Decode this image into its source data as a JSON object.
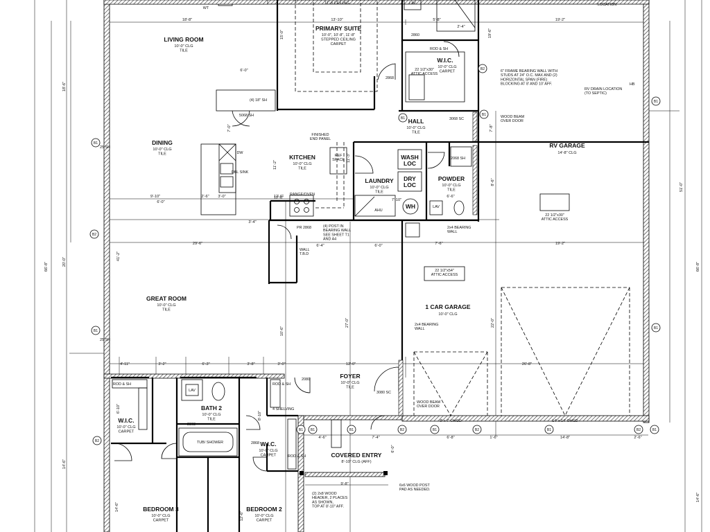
{
  "rooms": {
    "living_room": {
      "name": "LIVING ROOM",
      "sub": "10'-0\" CLG\nTILE"
    },
    "primary_suite": {
      "name": "PRIMARY SUITE",
      "sub": "10'-0\", 10'-8\", 11'-8\"\nSTEPPED CEILING\nCARPET"
    },
    "ceiling_note": "11'-8 CEILING",
    "wic_primary": {
      "name": "W.I.C.",
      "sub": "10'-0\" CLG\nCARPET"
    },
    "dining": {
      "name": "DINING",
      "sub": "10'-0\" CLG\nTILE"
    },
    "kitchen": {
      "name": "KITCHEN",
      "sub": "10'-0\" CLG\nTILE"
    },
    "hall": {
      "name": "HALL",
      "sub": "10'-0\" CLG\nTILE"
    },
    "laundry": {
      "name": "LAUNDRY",
      "sub": "10'-0\" CLG\nTILE"
    },
    "powder": {
      "name": "POWDER",
      "sub": "10'-0\" CLG\nTILE"
    },
    "rv_garage": {
      "name": "RV GARAGE",
      "sub": "14'-8\" CLG"
    },
    "great_room": {
      "name": "GREAT ROOM",
      "sub": "10'-0\" CLG\nTILE"
    },
    "car_garage": {
      "name": "1 CAR GARAGE",
      "sub": "10'-0\" CLG"
    },
    "foyer": {
      "name": "FOYER",
      "sub": "10'-0\" CLG\nTILE"
    },
    "bath2": {
      "name": "BATH 2",
      "sub": "10'-0\" CLG\nTILE"
    },
    "wic_bed3": {
      "name": "W.I.C.",
      "sub": "10'-0\" CLG\nCARPET"
    },
    "wic_bed2": {
      "name": "W.I.C.",
      "sub": "10'-0\" CLG\nCARPET"
    },
    "covered_entry": {
      "name": "COVERED ENTRY",
      "sub": "8'-10\" CLG (AFF)"
    },
    "bedroom3": {
      "name": "BEDROOM 3",
      "sub": "10'-0\" CLG\nCARPET"
    },
    "bedroom2": {
      "name": "BEDROOM 2",
      "sub": "10'-0\" CLG\nCARPET"
    }
  },
  "fixtures": {
    "wash": "WASH",
    "dry": "DRY",
    "loc": "LOC",
    "wh": "WH",
    "ahu": "AHU",
    "ref_space": "REF\nSPACE",
    "range_oven": "RANGE/OVEN",
    "dw": "DW",
    "dbl_sink": "DBL SINK",
    "lav": "LAV",
    "tub_shower": "TUB/ SHOWER",
    "finished_end_panel": "FINISHED\nEND PANEL",
    "wt": "WT"
  },
  "notes": {
    "frame_bearing_wall": "6\" FRAME BEARING WALL WITH\nSTUDS AT 24\" O.C. MAX AND (2)\nHORIZONTAL SPAN (FIRE)\nBLOCKING AT 8' AND 10' AFF.",
    "wood_beam_upper": "WOOD BEAM\nOVER DOOR",
    "wood_beam_lower": "WOOD BEAM\nOVER DOOR",
    "rv_drain": "RV DRAIN LOCATION\n(TO SEPTIC)",
    "location_top": "LOCATION",
    "attic_rv": "22 1/2\"x30\"\nATTIC ACCESS",
    "attic_primary": "22 1/2\"x30\"\nATTIC ACCESS",
    "attic_garage": "22 1/2\"x54\"\nATTIC ACCESS",
    "bearing_wall_2x4": "2x4 BEARING\nWALL",
    "bearing_wall_garage": "2x4 BEARING\nWALL",
    "post_note": "(4) POST IN\nBEARING WALL\nSEE SHEET T1\nAND A4",
    "wall_note": "WALL\nT.B.D",
    "wood_post": "6x6 WOOD POST\nPAD AS NEEDED.",
    "wood_header": "(2) 2x8 WOOD\nHEADER, 2 PLACES\nAS SHOWN,\nTOP AT 8'-10\" AFF.",
    "shelf": "ROD & SH",
    "shelf_2": "ROD & SH",
    "shelf_3": "ROD & SH",
    "shelf_4": "ROD & SH",
    "shelving": "4 SHELVING",
    "hb": "HB",
    "shower_top": "LAV"
  },
  "doors": {
    "d3068_hall": "3068 SC",
    "d2068_powder": "2068 SH",
    "d5068_dining": "5068 SH",
    "d3080_foyer": "3080 SC",
    "d2868_primary": "2868",
    "d2868_bath": "2868",
    "d2868_wic": "2868",
    "d2080": "2080",
    "d2868_bed": "2868",
    "d2868_bed3": "2868",
    "d2868_hall": "2868",
    "d2860": "2860",
    "pr2868": "PR 2868",
    "ohgd_small": "8' x 7' OHGD",
    "ohgd_large": "14' x 14' OHGD",
    "window_6068": "(4) 18\" SH"
  },
  "dims": {
    "living_w": "18'-8\"",
    "primary_top": "13'-10\"",
    "primary_h": "15'-0\"",
    "rv_top": "19'-2\"",
    "top_left_a": "5'-8\"",
    "top_right_a": "2'-4\"",
    "top_right_b": "6'-0\"",
    "dining_h": "11'-2\"",
    "dining_w": "9'-10\"",
    "small_a": "3'-0\"",
    "small_b": "2'-6\"",
    "kitchen_a": "12'-6\"",
    "kitchen_h": "11'-3\"",
    "laundry_w": "7'-10\"",
    "powder_w": "6'-6\"",
    "hall_h": "7'-8\"",
    "hall_h2": "7'-0\"",
    "left_vert": "18'-6\"",
    "left_vert2": "20'-0\"",
    "overall_left": "66'-8\"",
    "overall_right": "66'-8\"",
    "rv_side": "51'-0\"",
    "rv_side2": "8'-6\"",
    "great_w": "29'-6\"",
    "great_h": "41'-2\"",
    "mid_a": "6'-4\"",
    "mid_b": "6'-0\"",
    "mid_c": "7'-6\"",
    "mid_d": "19'-2\"",
    "pr_a": "3'-4\"",
    "core_h": "10'-6\"",
    "foyer_h": "27'-0\"",
    "garage_h": "22'-0\"",
    "garage_w": "26'-8\"",
    "row_a": "4'-11\"",
    "row_b": "3'-2\"",
    "row_c": "6'-3\"",
    "row_d": "3'-8\"",
    "row_e": "3'-0\"",
    "row_f": "12'-0\"",
    "bot_a": "4'-6\"",
    "bot_b": "7'-4\"",
    "bot_c": "6'-8\"",
    "bot_d": "1'-6\"",
    "bot_e": "14'-8\"",
    "bot_f": "2'-6\"",
    "entry_w": "9'-8\"",
    "entry_h": "6'-0\"",
    "bed_left_h": "14'-6\"",
    "bed_right_h": "14'-6\"",
    "bed3_h": "14'-6\"",
    "bed2_h": "12'-6\"",
    "wic_h": "6'-10\"",
    "wic_h2": "8'-10\"",
    "closet": "6'-0\"",
    "range_w": "12'-6\"",
    "right_edge": "19'-6\""
  },
  "tags": [
    "B1",
    "B2",
    "B1",
    "B2",
    "B1",
    "B1",
    "B2",
    "B1",
    "B2",
    "B1",
    "B1",
    "B1",
    "B2",
    "B1",
    "B1",
    "B2",
    "B1",
    "B1"
  ],
  "side_labels": {
    "left_a": "25 SH",
    "left_b": "25 SH"
  }
}
